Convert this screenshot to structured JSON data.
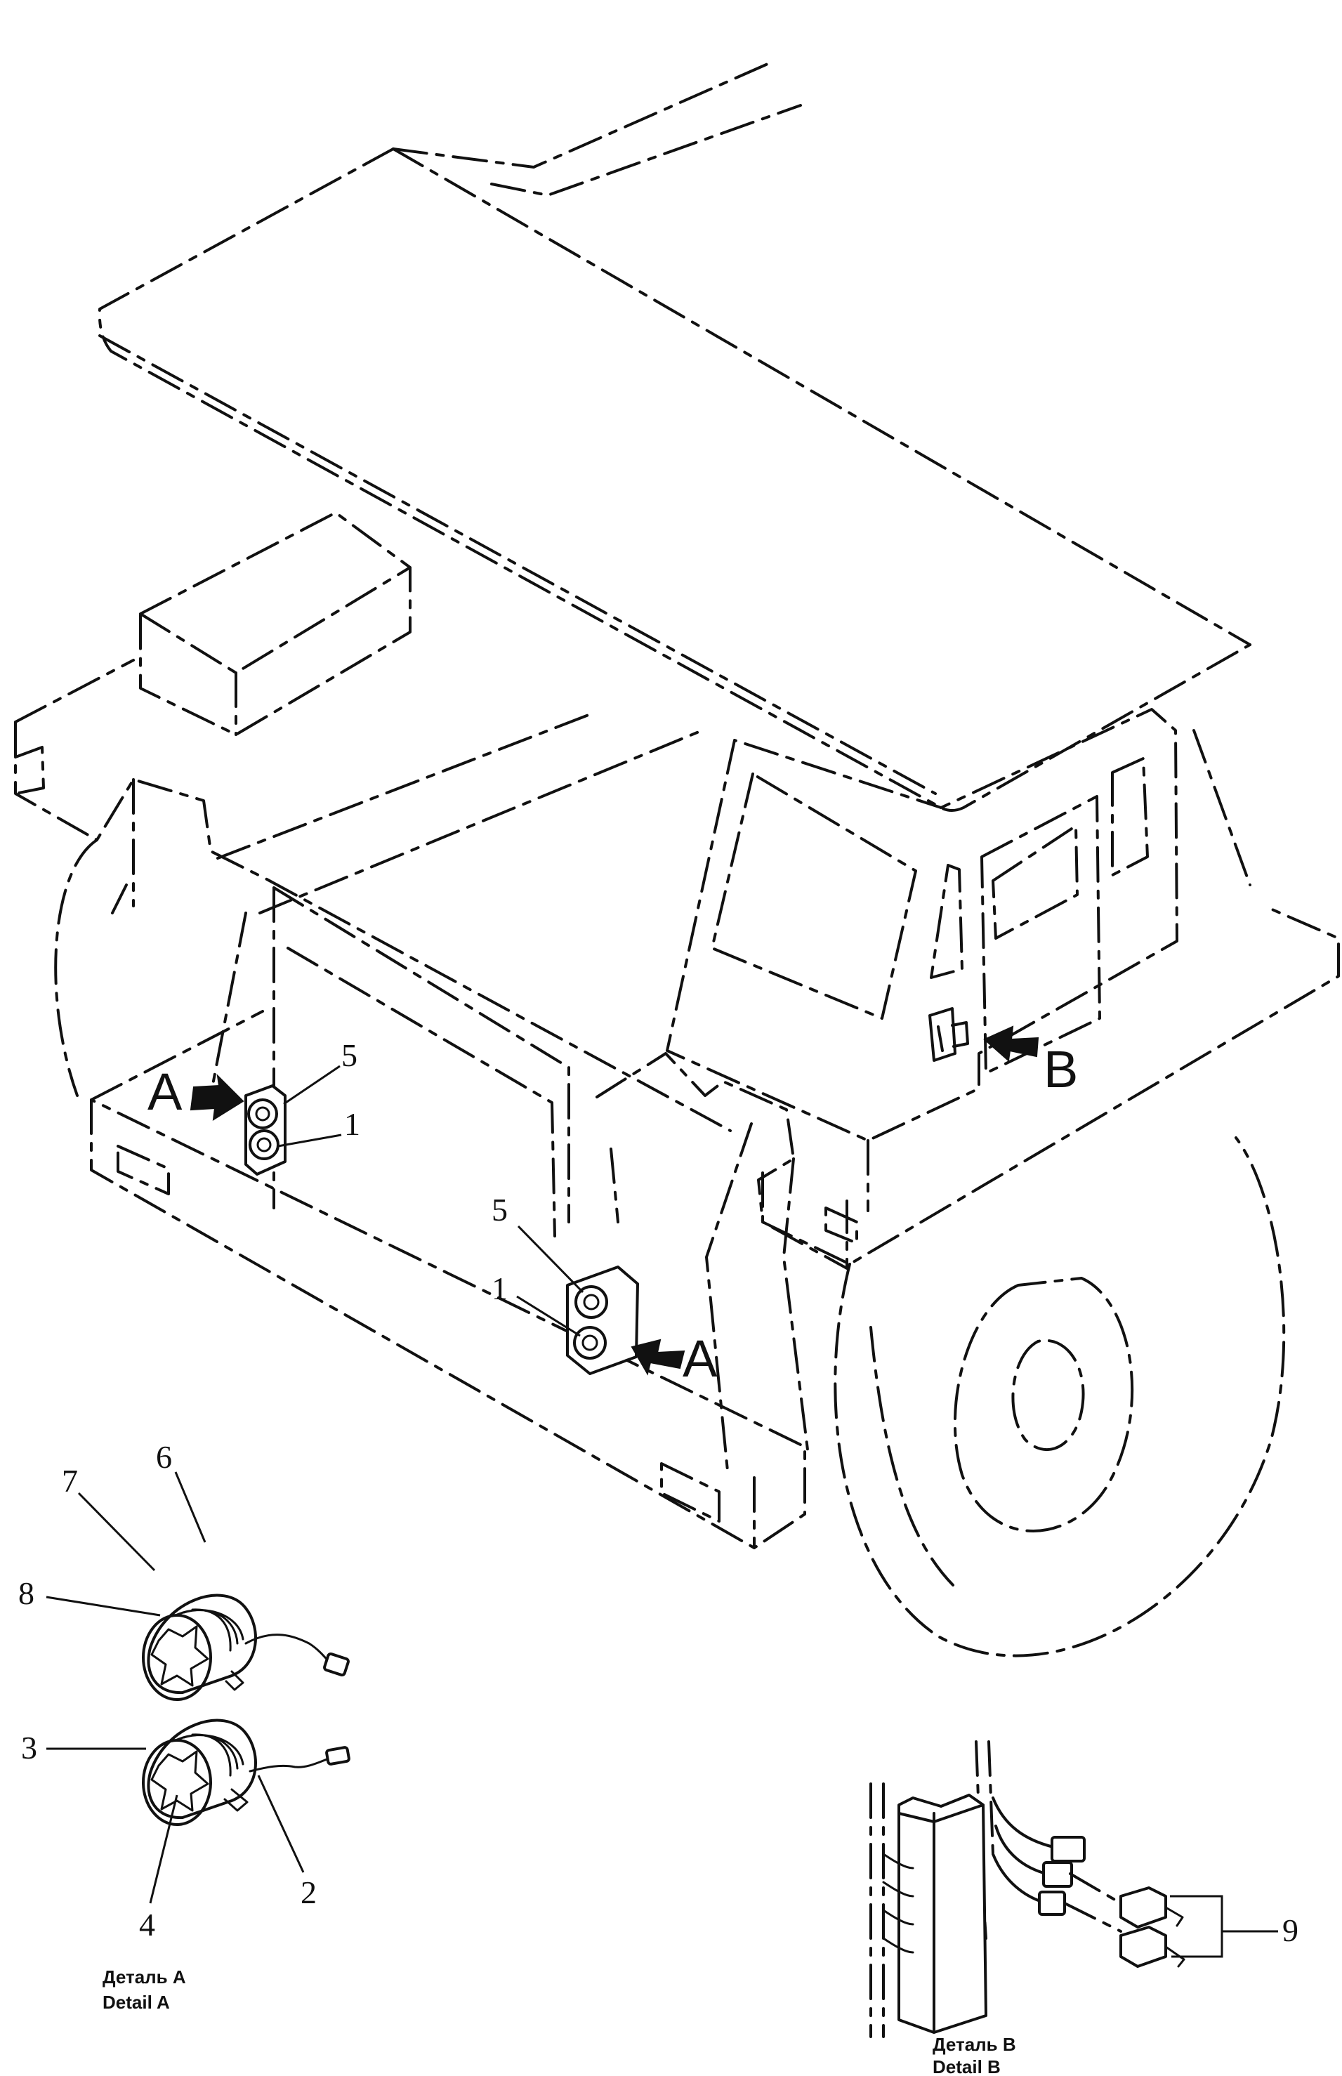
{
  "callouts": {
    "n1": "1",
    "n2": "2",
    "n3": "3",
    "n4": "4",
    "n5": "5",
    "n6": "6",
    "n7": "7",
    "n8": "8",
    "n9": "9"
  },
  "views": {
    "a": "A",
    "b": "B"
  },
  "captions": {
    "detail_a_ru": "Деталь А",
    "detail_a_en": "Detail A",
    "detail_b_ru": "Деталь В",
    "detail_b_en": "Detail B"
  },
  "colors": {
    "line": "#111111",
    "background": "#ffffff"
  }
}
